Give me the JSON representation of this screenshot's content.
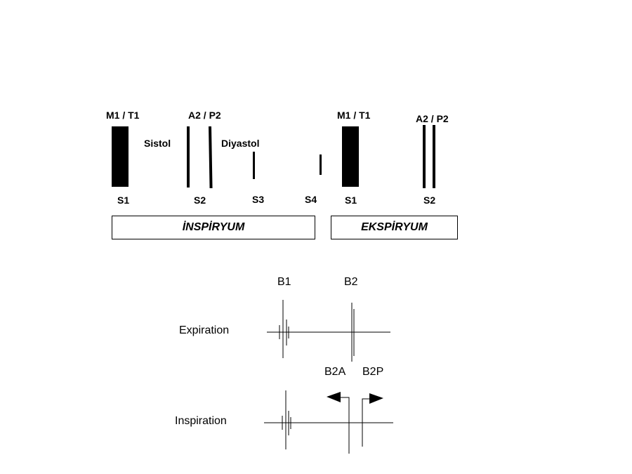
{
  "top_diagram": {
    "inspiration_labels": {
      "m1t1": "M1 / T1",
      "a2p2": "A2 / P2",
      "sistol": "Sistol",
      "diyastol": "Diyastol",
      "s1": "S1",
      "s2": "S2",
      "s3": "S3",
      "s4": "S4"
    },
    "expiration_labels": {
      "m1t1": "M1 / T1",
      "a2p2": "A2 / P2",
      "s1": "S1",
      "s2": "S2"
    },
    "phase_boxes": {
      "inspiration": "İNSPİRYUM",
      "expiration": "EKSPİRYUM"
    }
  },
  "bottom_diagram": {
    "b1": "B1",
    "b2": "B2",
    "expiration": "Expiration",
    "inspiration": "Inspiration",
    "b2a": "B2A",
    "b2p": "B2P"
  }
}
